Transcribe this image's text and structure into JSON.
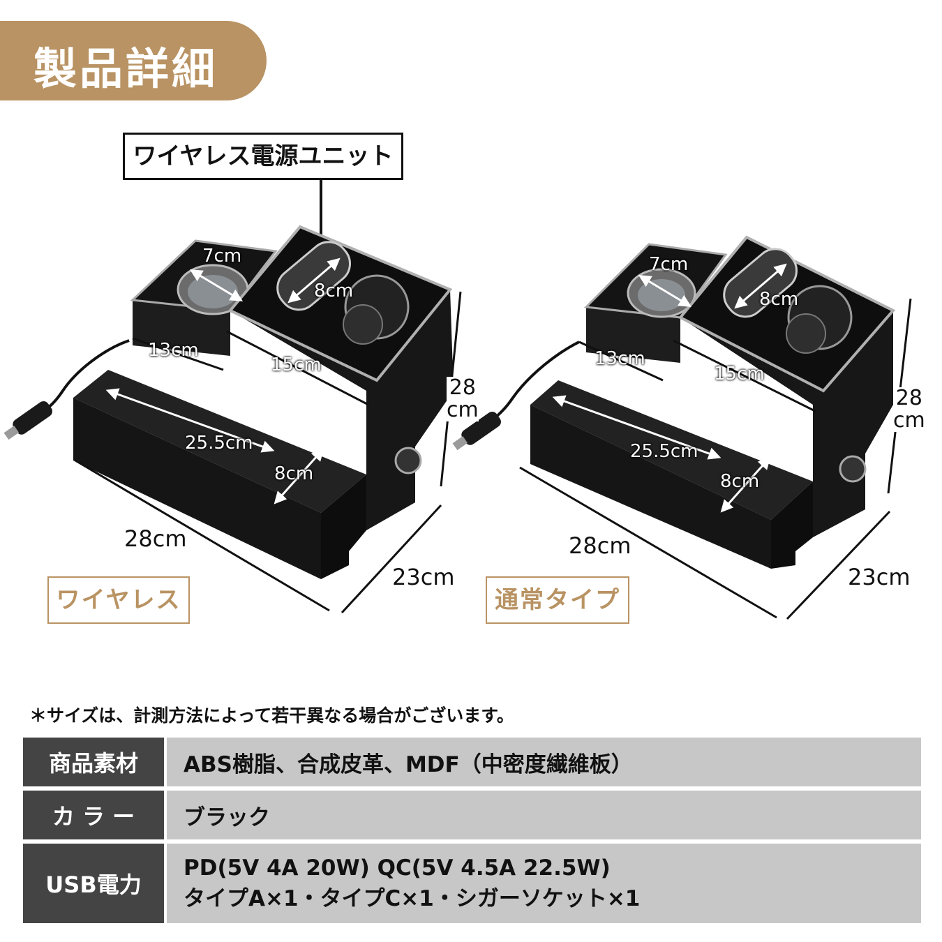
{
  "header": {
    "title": "製品詳細"
  },
  "callout": {
    "label": "ワイヤレス電源ユニット"
  },
  "products": [
    {
      "variant_label": "ワイヤレス",
      "dims": {
        "cup": "7cm",
        "slot": "8cm",
        "side": "13cm",
        "top": "15cm",
        "tray": "25.5cm",
        "tray_depth": "8cm",
        "width": "28cm",
        "depth": "23cm",
        "height": "28\ncm"
      }
    },
    {
      "variant_label": "通常タイプ",
      "dims": {
        "cup": "7cm",
        "slot": "8cm",
        "side": "13cm",
        "top": "15cm",
        "tray": "25.5cm",
        "tray_depth": "8cm",
        "width": "28cm",
        "depth": "23cm",
        "height": "28\ncm"
      }
    }
  ],
  "note": "＊サイズは、計測方法によって若干異なる場合がございます。",
  "specs": [
    {
      "label": "商品素材",
      "lines": [
        "ABS樹脂、合成皮革、MDF（中密度繊維板）"
      ]
    },
    {
      "label": "カ ラ ー",
      "lines": [
        "ブラック"
      ]
    },
    {
      "label": "USB電力",
      "lines": [
        "PD(5V 4A 20W) QC(5V 4.5A 22.5W)",
        "タイプA×1・タイプC×1・シガーソケット×1"
      ]
    }
  ],
  "colors": {
    "accent": "#b99363",
    "label_bg": "#444444",
    "value_bg": "#c7c7c7"
  }
}
